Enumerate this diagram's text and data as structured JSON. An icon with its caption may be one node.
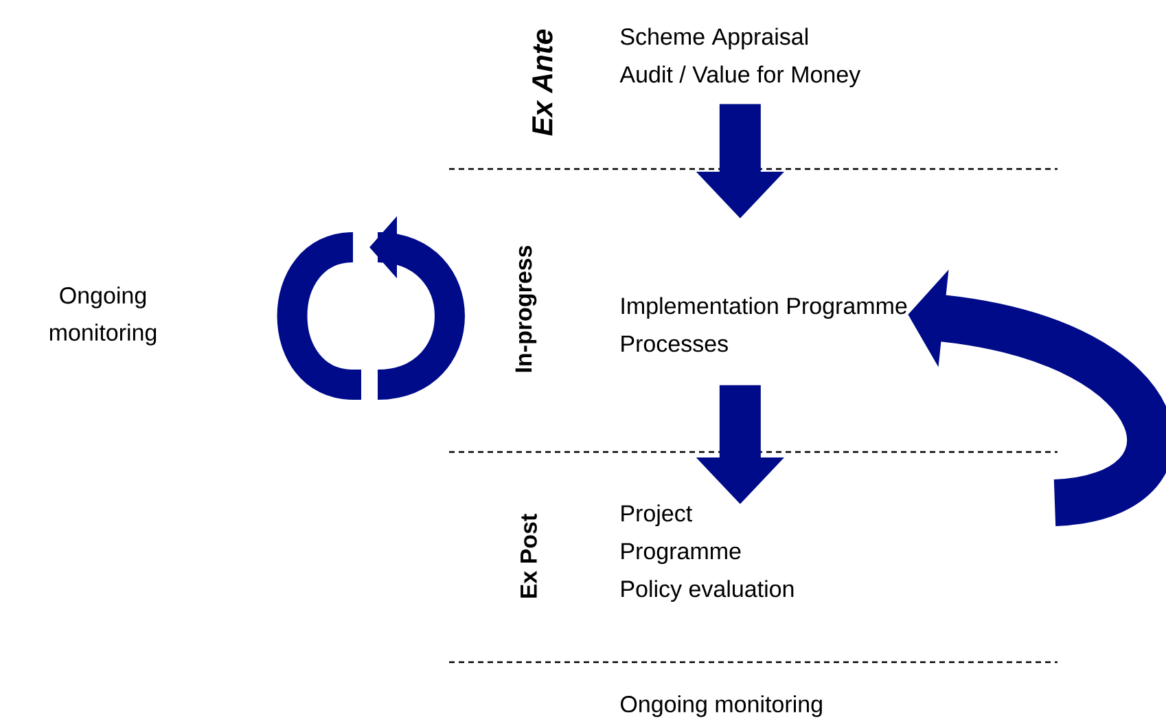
{
  "diagram": {
    "nodes": [
      {
        "text": [
          "Scheme Appraisal",
          "Audit /  Value for Money"
        ]
      },
      {
        "text": [
          "Implementation Programme",
          "Processes"
        ]
      },
      {
        "text": [
          "Project",
          "Programme",
          "Policy evaluation"
        ]
      }
    ],
    "edges": [
      {
        "from": 0,
        "to": 1,
        "arrow": "to"
      },
      {
        "from": 1,
        "to": 2,
        "arrow": "to"
      },
      {
        "from": null,
        "to": 1,
        "arrow": "to"
      }
    ],
    "labels": [
      "Ex Ante",
      "In-progress",
      "Ex Post",
      "Ongoing monitoring",
      "Ongoing monitoring"
    ]
  }
}
